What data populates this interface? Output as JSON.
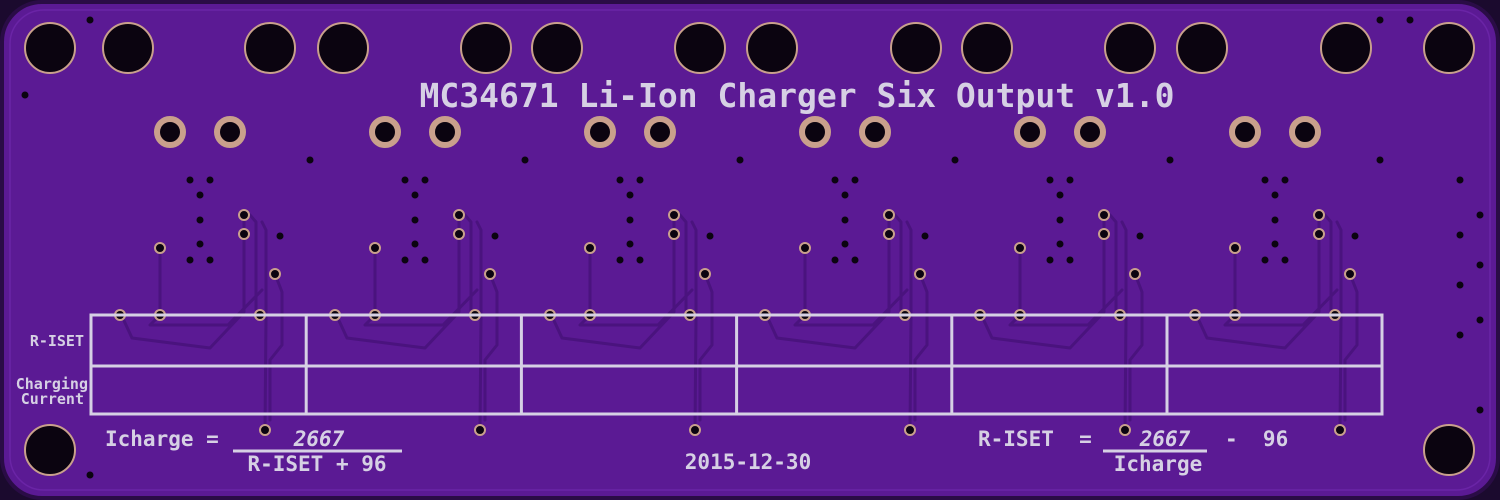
{
  "board": {
    "title": "MC34671 Li-Ion Charger Six Output v1.0",
    "date": "2015-12-30",
    "colors": {
      "substrate": "#5b1a94",
      "edge": "#2a0c46",
      "trace": "#4a137e",
      "silkscreen": "#d6d0e4",
      "pad_copper": "#c9a08c",
      "hole": "#0b0410"
    }
  },
  "table": {
    "row_labels": [
      "R-ISET",
      "Charging",
      "Current"
    ]
  },
  "formulas": {
    "left": {
      "lhs": "Icharge =",
      "numerator": "2667",
      "denominator": "R-ISET + 96"
    },
    "right": {
      "lhs": "R-ISET  =",
      "numerator": "2667",
      "minus": "-  96",
      "denominator": "Icharge"
    }
  }
}
